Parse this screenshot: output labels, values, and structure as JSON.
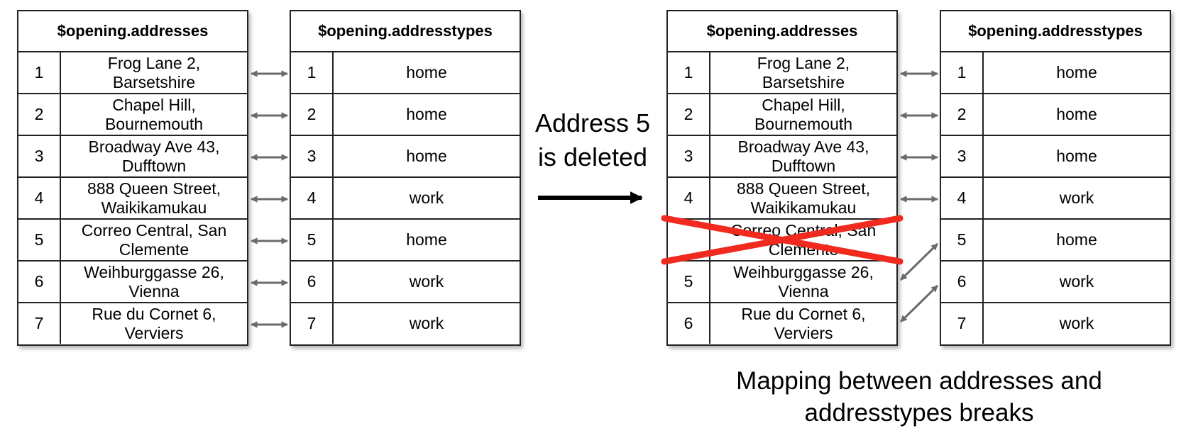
{
  "tables": {
    "before_addresses": {
      "header": "$opening.addresses",
      "rows": [
        {
          "idx": "1",
          "value": "Frog Lane 2,\nBarsetshire"
        },
        {
          "idx": "2",
          "value": "Chapel Hill,\nBournemouth"
        },
        {
          "idx": "3",
          "value": "Broadway Ave 43,\nDufftown"
        },
        {
          "idx": "4",
          "value": "888 Queen Street,\nWaikikamukau"
        },
        {
          "idx": "5",
          "value": "Correo Central, San\nClemente"
        },
        {
          "idx": "6",
          "value": "Weihburggasse 26,\nVienna"
        },
        {
          "idx": "7",
          "value": "Rue du Cornet 6,\nVerviers"
        }
      ]
    },
    "before_types": {
      "header": "$opening.addresstypes",
      "rows": [
        {
          "idx": "1",
          "value": "home"
        },
        {
          "idx": "2",
          "value": "home"
        },
        {
          "idx": "3",
          "value": "home"
        },
        {
          "idx": "4",
          "value": "work"
        },
        {
          "idx": "5",
          "value": "home"
        },
        {
          "idx": "6",
          "value": "work"
        },
        {
          "idx": "7",
          "value": "work"
        }
      ]
    },
    "after_addresses": {
      "header": "$opening.addresses",
      "rows": [
        {
          "idx": "1",
          "value": "Frog Lane 2,\nBarsetshire"
        },
        {
          "idx": "2",
          "value": "Chapel Hill,\nBournemouth"
        },
        {
          "idx": "3",
          "value": "Broadway Ave 43,\nDufftown"
        },
        {
          "idx": "4",
          "value": "888 Queen Street,\nWaikikamukau"
        },
        {
          "idx": "",
          "value": "Correo Central, San\nClemente"
        },
        {
          "idx": "5",
          "value": "Weihburggasse 26,\nVienna"
        },
        {
          "idx": "6",
          "value": "Rue du Cornet 6,\nVerviers"
        }
      ]
    },
    "after_types": {
      "header": "$opening.addresstypes",
      "rows": [
        {
          "idx": "1",
          "value": "home"
        },
        {
          "idx": "2",
          "value": "home"
        },
        {
          "idx": "3",
          "value": "home"
        },
        {
          "idx": "4",
          "value": "work"
        },
        {
          "idx": "5",
          "value": "home"
        },
        {
          "idx": "6",
          "value": "work"
        },
        {
          "idx": "7",
          "value": "work"
        }
      ]
    }
  },
  "captions": {
    "deleted_line1": "Address 5",
    "deleted_line2": "is deleted",
    "break_line1": "Mapping between addresses and",
    "break_line2": "addresstypes breaks"
  },
  "colors": {
    "border": "#222222",
    "connector": "#6b6b6b",
    "strike": "#f02a1e",
    "arrow": "#000000"
  }
}
